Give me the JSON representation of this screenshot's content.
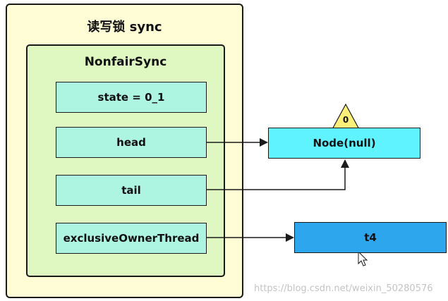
{
  "outer": {
    "title": "读写锁 sync"
  },
  "inner": {
    "title": "NonfairSync"
  },
  "fields": {
    "state": "state = 0_1",
    "head": "head",
    "tail": "tail",
    "exclusive_owner_thread": "exclusiveOwnerThread"
  },
  "node": {
    "label": "Node(null)",
    "triangle_label": "0"
  },
  "thread": {
    "label": "t4"
  },
  "watermark": "https://blog.csdn.net/weixin_50280576",
  "colors": {
    "outer_fill": "#fffdd6",
    "inner_fill": "#dff8c2",
    "field_fill": "#adf4e1",
    "node_fill": "#5ff2ff",
    "thread_fill": "#2ea6ee",
    "triangle_fill": "#fff07a"
  }
}
